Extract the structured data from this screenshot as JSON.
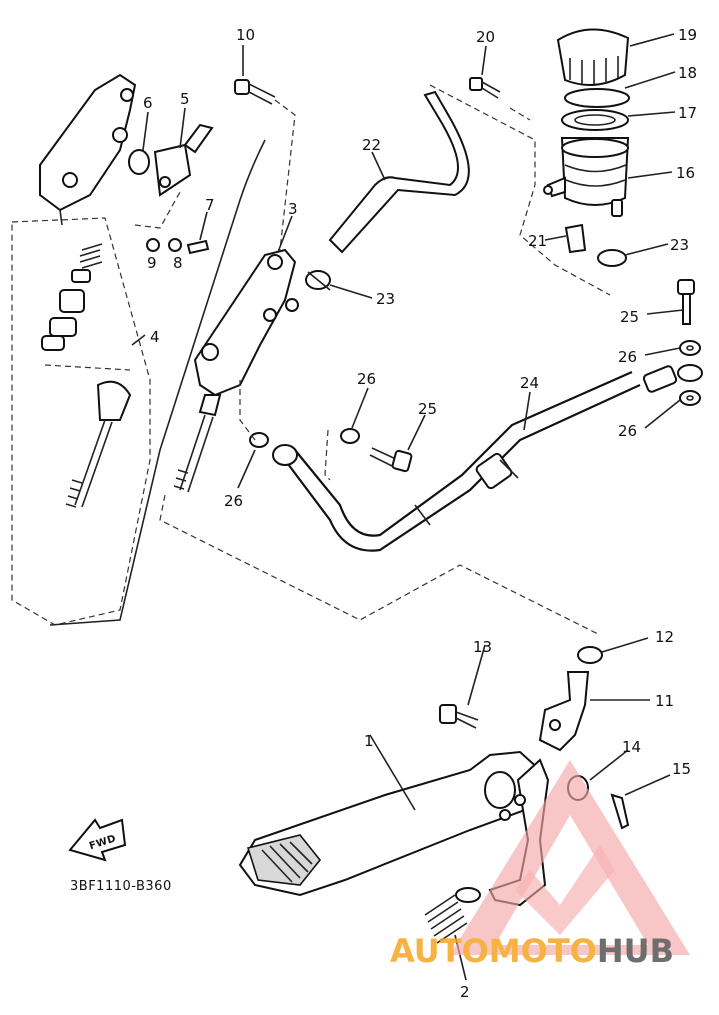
{
  "diagram": {
    "part_code": "3BF1110-B360",
    "fwd_label": "FWD",
    "callouts": [
      "1",
      "2",
      "3",
      "4",
      "5",
      "6",
      "7",
      "8",
      "9",
      "10",
      "11",
      "12",
      "13",
      "14",
      "15",
      "16",
      "17",
      "18",
      "19",
      "20",
      "21",
      "22",
      "23",
      "23",
      "24",
      "25",
      "25",
      "26",
      "26",
      "26",
      "26"
    ]
  },
  "watermark": {
    "text_a": "AUTOMOTO",
    "text_b": "HUB",
    "colors": {
      "orange": "#f5a623",
      "red": "#d9342b",
      "dark": "#555555",
      "pink": "#f4a6a6"
    }
  }
}
